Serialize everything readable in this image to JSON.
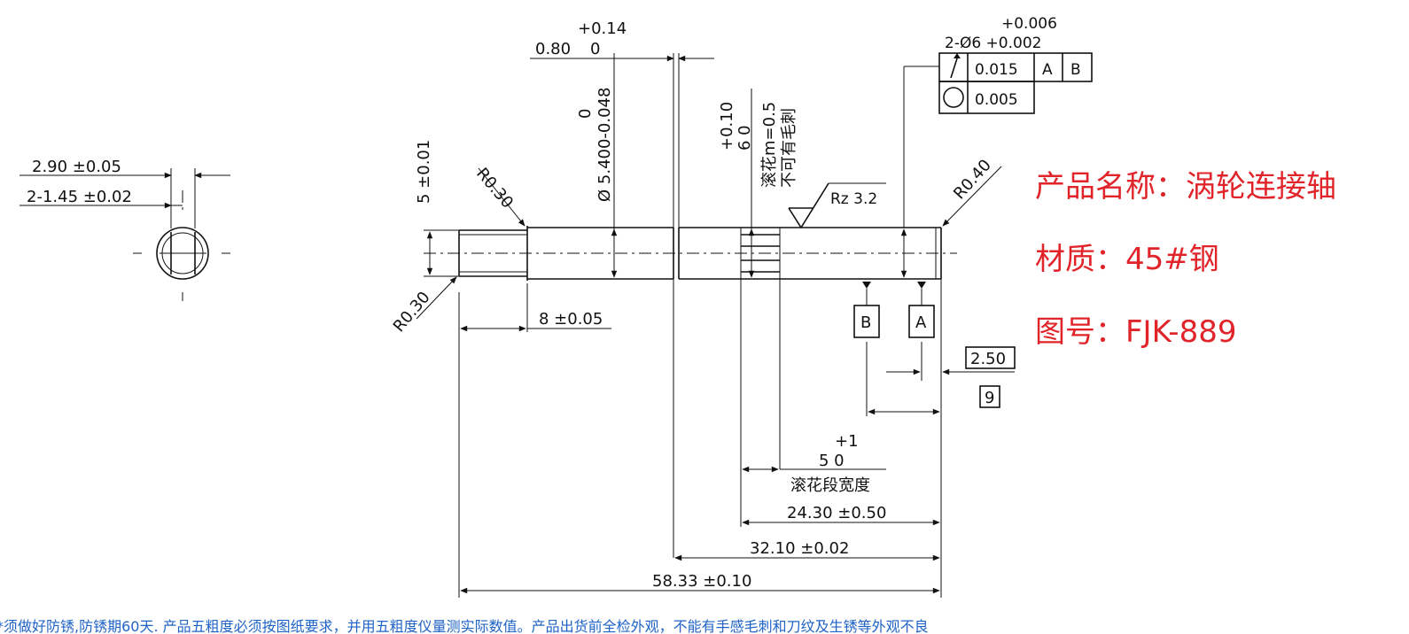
{
  "product_info": {
    "name": "产品名称：涡轮连接轴",
    "material": "材质：45#钢",
    "drawing_no": "图号：FJK-889"
  },
  "dimensions": {
    "end_width": "2.90 ±0.05",
    "end_flat": "2-1.45 ±0.02",
    "thread_dia": "5 ±0.01",
    "r_left_top": "R0.30",
    "r_left_bottom": "R0.30",
    "r_right": "R0.40",
    "groove_width_base": "0.80",
    "groove_width_tol_upper": "+0.14",
    "groove_width_tol_lower": "0",
    "main_dia_upper": "0",
    "main_dia": "Ø 5.400-0.048",
    "knurl_dia_upper": "+0.10",
    "knurl_dia_lower": "6  0",
    "knurl_spec": "滚花m=0.5",
    "knurl_burr": "不可有毛刺",
    "roughness": "Rz  3.2",
    "thread_len": "8 ±0.05",
    "knurl_len_upper": "+1",
    "knurl_len_base": "5   0",
    "knurl_len_label": "滚花段宽度",
    "len_24": "24.30 ±0.50",
    "len_32": "32.10 ±0.02",
    "len_total": "58.33 ±0.10",
    "datum_a_offset": "2.50",
    "datum_b_offset": "9",
    "datum_a": "A",
    "datum_b": "B"
  },
  "tolerance_frame": {
    "hole_spec": "2-Ø6 +0.002",
    "hole_upper": "+0.006",
    "runout_value": "0.015",
    "runout_datum1": "A",
    "runout_datum2": "B",
    "roundness_value": "0.005"
  },
  "bottom_note": "*须做好防锈,防锈期60天. 产品五粗度必须按图纸要求，并用五粗度仪量测实际数值。产品出货前全检外观，不能有手感毛刺和刀纹及生锈等外观不良"
}
